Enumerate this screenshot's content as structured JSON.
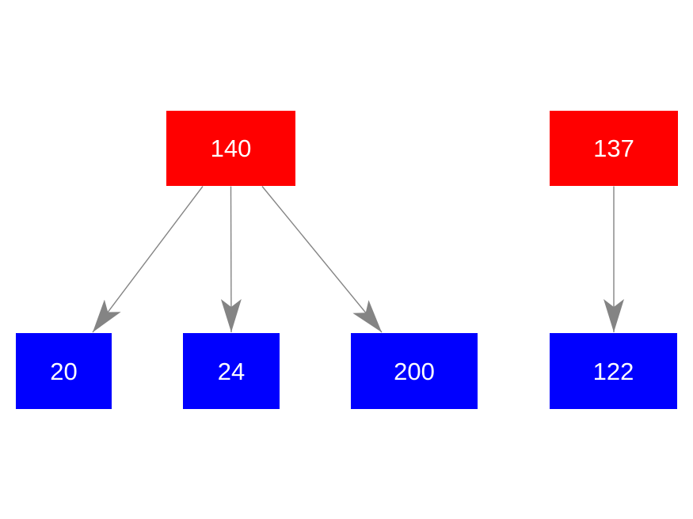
{
  "diagram": {
    "type": "tree-graph",
    "background": "#ffffff",
    "colors": {
      "parent_fill": "#ff0000",
      "child_fill": "#0000ff",
      "edge": "#848484",
      "label_text": "#ffffff"
    },
    "nodes": [
      {
        "id": "140",
        "label": "140",
        "role": "parent"
      },
      {
        "id": "137",
        "label": "137",
        "role": "parent"
      },
      {
        "id": "20",
        "label": "20",
        "role": "child"
      },
      {
        "id": "24",
        "label": "24",
        "role": "child"
      },
      {
        "id": "200",
        "label": "200",
        "role": "child"
      },
      {
        "id": "122",
        "label": "122",
        "role": "child"
      }
    ],
    "edges": [
      {
        "from": "140",
        "to": "20"
      },
      {
        "from": "140",
        "to": "24"
      },
      {
        "from": "140",
        "to": "200"
      },
      {
        "from": "137",
        "to": "122"
      }
    ]
  }
}
